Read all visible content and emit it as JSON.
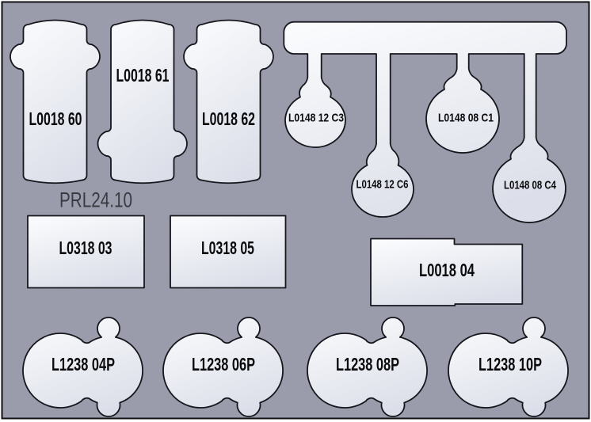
{
  "drawing": {
    "note": "PRL24.10",
    "cutouts": [
      {
        "id": "l0018-60",
        "label": "L0018 60"
      },
      {
        "id": "l0018-61",
        "label": "L0018 61"
      },
      {
        "id": "l0018-62",
        "label": "L0018 62"
      },
      {
        "id": "l0148-12-c3",
        "label": "L0148 12 C3"
      },
      {
        "id": "l0148-08-c1",
        "label": "L0148 08 C1"
      },
      {
        "id": "l0148-12-c6",
        "label": "L0148 12 C6"
      },
      {
        "id": "l0148-08-c4",
        "label": "L0148 08 C4"
      },
      {
        "id": "l0318-03",
        "label": "L0318 03"
      },
      {
        "id": "l0318-05",
        "label": "L0318 05"
      },
      {
        "id": "l0018-04",
        "label": "L0018 04"
      },
      {
        "id": "l1238-04p",
        "label": "L1238 04P"
      },
      {
        "id": "l1238-06p",
        "label": "L1238 06P"
      },
      {
        "id": "l1238-08p",
        "label": "L1238 08P"
      },
      {
        "id": "l1238-10p",
        "label": "L1238 10P"
      }
    ]
  },
  "palette": {
    "background": "#9a9cac",
    "frame_outline": "#101014",
    "page_margin": "#ffffff",
    "cutout_outline": "#16161c",
    "cutout_fill_light": "#fafbfd",
    "cutout_fill_dark": "#dcdfe9",
    "label_color": "#0a0a0c",
    "note_color": "#3a3a42"
  }
}
